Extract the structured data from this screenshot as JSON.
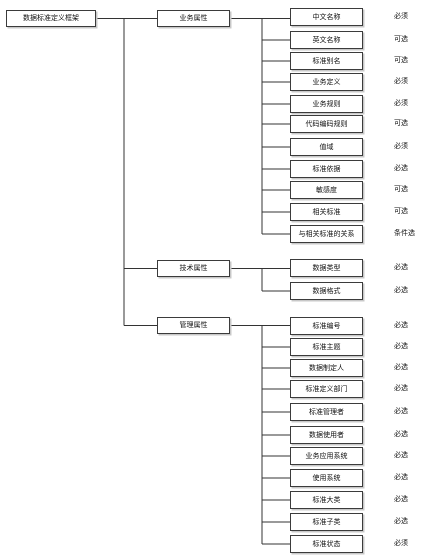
{
  "root": "数据标准定义框架",
  "groups": [
    {
      "label": "业务属性",
      "items": [
        {
          "label": "中文名称",
          "req": "必须"
        },
        {
          "label": "英文名称",
          "req": "可选"
        },
        {
          "label": "标准别名",
          "req": "可选"
        },
        {
          "label": "业务定义",
          "req": "必须"
        },
        {
          "label": "业务规则",
          "req": "必须"
        },
        {
          "label": "代码编码规则",
          "req": "可选"
        },
        {
          "label": "值域",
          "req": "必须"
        },
        {
          "label": "标准依据",
          "req": "必选"
        },
        {
          "label": "敏感度",
          "req": "可选"
        },
        {
          "label": "相关标准",
          "req": "可选"
        },
        {
          "label": "与相关标准的关系",
          "req": "条件选"
        }
      ]
    },
    {
      "label": "技术属性",
      "items": [
        {
          "label": "数据类型",
          "req": "必选"
        },
        {
          "label": "数据格式",
          "req": "必选"
        }
      ]
    },
    {
      "label": "管理属性",
      "items": [
        {
          "label": "标准编号",
          "req": "必选"
        },
        {
          "label": "标准主题",
          "req": "必选"
        },
        {
          "label": "数据制定人",
          "req": "必选"
        },
        {
          "label": "标准定义部门",
          "req": "必选"
        },
        {
          "label": "标准管理者",
          "req": "必选"
        },
        {
          "label": "数据使用者",
          "req": "必选"
        },
        {
          "label": "业务应用系统",
          "req": "必选"
        },
        {
          "label": "使用系统",
          "req": "必选"
        },
        {
          "label": "标准大类",
          "req": "必选"
        },
        {
          "label": "标准子类",
          "req": "必选"
        },
        {
          "label": "标准状态",
          "req": "必须"
        }
      ]
    }
  ]
}
